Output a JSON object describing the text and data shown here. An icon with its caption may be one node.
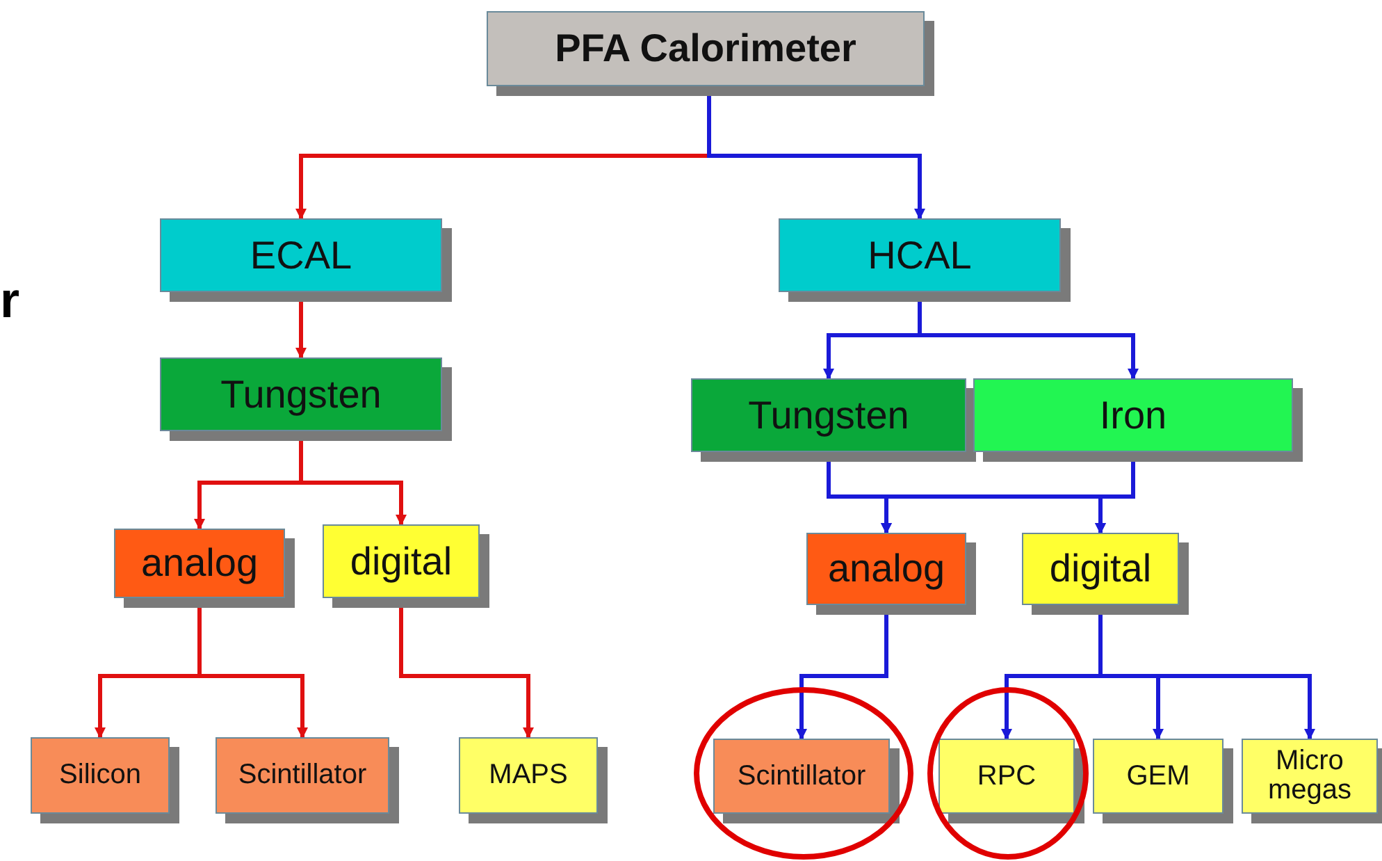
{
  "diagram": {
    "nodes": [
      {
        "text": [
          "PFA Calorimeter"
        ]
      },
      {
        "text": [
          "ECAL"
        ]
      },
      {
        "text": [
          "HCAL"
        ]
      },
      {
        "text": [
          "Tungsten"
        ]
      },
      {
        "text": [
          "Tungsten"
        ]
      },
      {
        "text": [
          "Iron"
        ]
      },
      {
        "text": [
          "analog"
        ]
      },
      {
        "text": [
          "digital"
        ]
      },
      {
        "text": [
          "analog"
        ]
      },
      {
        "text": [
          "digital"
        ]
      },
      {
        "text": [
          "Silicon"
        ]
      },
      {
        "text": [
          "Scintillator"
        ]
      },
      {
        "text": [
          "MAPS"
        ]
      },
      {
        "text": [
          "Scintillator"
        ]
      },
      {
        "text": [
          "RPC"
        ]
      },
      {
        "text": [
          "GEM"
        ]
      },
      {
        "text": [
          "Micro megas"
        ]
      }
    ],
    "edges": [
      {
        "from": 0,
        "to": 1,
        "arrow": "to",
        "color": "#e01010"
      },
      {
        "from": 0,
        "to": 2,
        "arrow": "to"
      },
      {
        "from": 1,
        "to": 3,
        "arrow": "to",
        "color": "#e01010"
      },
      {
        "from": 2,
        "to": 4,
        "arrow": "to"
      },
      {
        "from": 2,
        "to": 5,
        "arrow": "to"
      },
      {
        "from": 3,
        "to": 6,
        "arrow": "to",
        "color": "#e01010"
      },
      {
        "from": 3,
        "to": 7,
        "arrow": "to",
        "color": "#e01010"
      },
      {
        "from": 4,
        "to": 8,
        "arrow": "to"
      },
      {
        "from": 4,
        "to": 9,
        "arrow": "to"
      },
      {
        "from": 5,
        "to": 8,
        "arrow": "to"
      },
      {
        "from": 5,
        "to": 9,
        "arrow": "to"
      },
      {
        "from": 6,
        "to": 10,
        "arrow": "to",
        "color": "#e01010"
      },
      {
        "from": 6,
        "to": 11,
        "arrow": "to",
        "color": "#e01010"
      },
      {
        "from": 7,
        "to": 12,
        "arrow": "to",
        "color": "#e01010"
      },
      {
        "from": 8,
        "to": 13,
        "arrow": "to"
      },
      {
        "from": 9,
        "to": 14,
        "arrow": "to"
      },
      {
        "from": 9,
        "to": 15,
        "arrow": "to"
      },
      {
        "from": 9,
        "to": 16,
        "arrow": "to"
      }
    ],
    "labels": [
      "r"
    ]
  }
}
